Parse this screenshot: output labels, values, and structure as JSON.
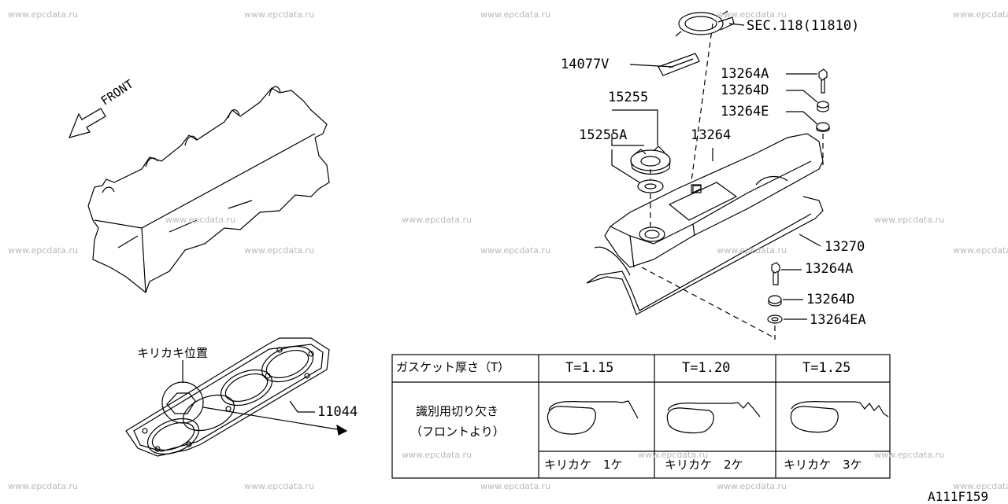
{
  "watermark": "www.epcdata.ru",
  "diagram_code": "A111F159",
  "front_label": "FRONT",
  "callouts": {
    "sec118": "SEC.118(11810)",
    "p14077v": "14077V",
    "p15255": "15255",
    "p15255a": "15255A",
    "p13264": "13264",
    "p13264a_top": "13264A",
    "p13264d_top": "13264D",
    "p13264e": "13264E",
    "p13270": "13270",
    "p13264a_bot": "13264A",
    "p13264d_bot": "13264D",
    "p13264ea": "13264EA",
    "p11044": "11044",
    "notch_position": "キリカキ位置"
  },
  "table": {
    "header_label": "ガスケット厚さ（T）",
    "row_label_line1": "識別用切り欠き",
    "row_label_line2": "（フロントより）",
    "columns": [
      {
        "thickness": "T=1.15",
        "notch": "キリカケ　1ケ"
      },
      {
        "thickness": "T=1.20",
        "notch": "キリカケ　2ケ"
      },
      {
        "thickness": "T=1.25",
        "notch": "キリカケ　3ケ"
      }
    ]
  }
}
